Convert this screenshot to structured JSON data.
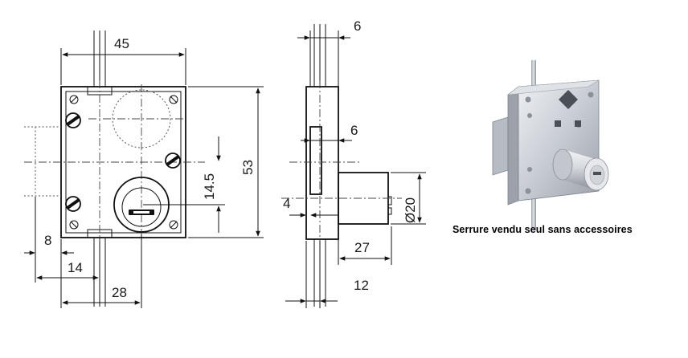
{
  "front_view": {
    "dimensions": {
      "width_top": "45",
      "height": "53",
      "cylinder_offset": "14.5",
      "left_8": "8",
      "left_14": "14",
      "bottom_28": "28"
    }
  },
  "side_view": {
    "dimensions": {
      "top_6": "6",
      "mid_6": "6",
      "left_4": "4",
      "cylinder_dia": "Ø20",
      "cylinder_27": "27",
      "bottom_12": "12"
    }
  },
  "product_photo": {
    "caption": "Serrure  vendu  seul sans accessoires",
    "colors": {
      "metal": "#c8ccd3",
      "metal_dark": "#8b9099",
      "hole": "#4a4f58"
    }
  }
}
